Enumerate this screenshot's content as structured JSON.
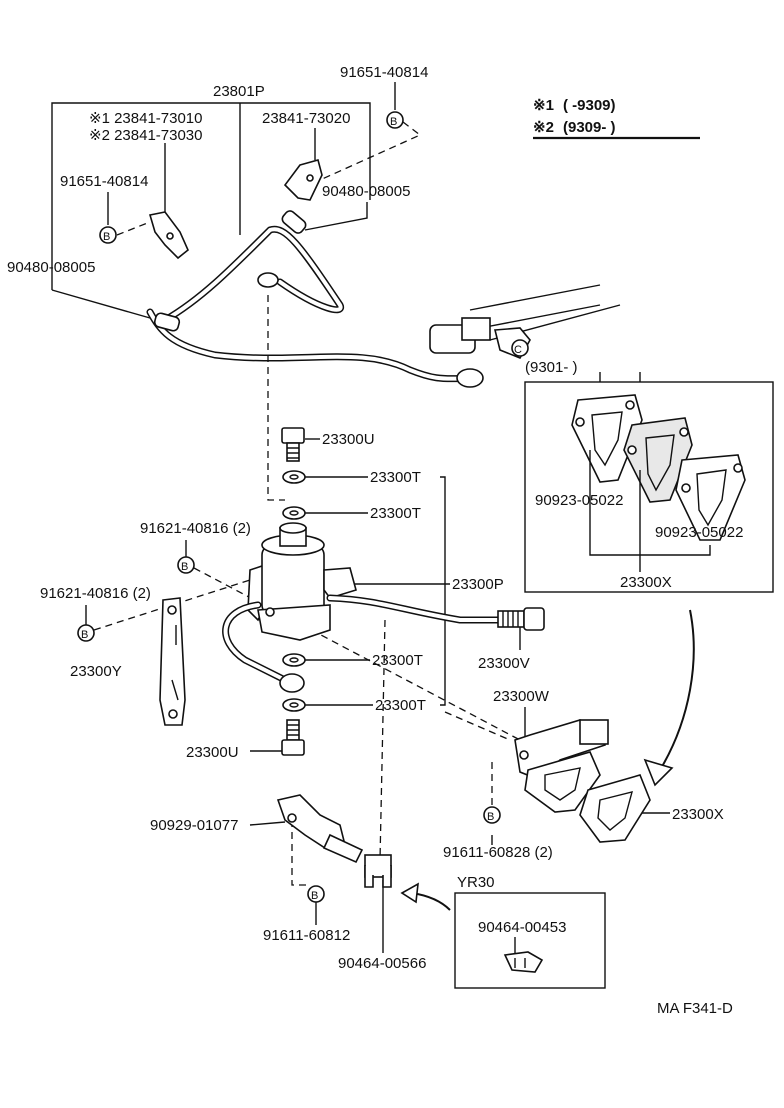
{
  "legend": {
    "line1_mark": "※1",
    "line1_text": "(        -9309)",
    "line2_mark": "※2",
    "line2_text": "(9309-        )"
  },
  "callouts": {
    "p23801P": "23801P",
    "p91651_top": "91651-40814",
    "p23841_73010": "※1 23841-73010",
    "p23841_73030": "※2 23841-73030",
    "p23841_73020": "23841-73020",
    "p91651_left": "91651-40814",
    "p90480_right": "90480-08005",
    "p90480_left": "90480-08005",
    "p23300U_top": "23300U",
    "p23300T_1": "23300T",
    "p23300T_2": "23300T",
    "p91621_a": "91621-40816 (2)",
    "p91621_b": "91621-40816 (2)",
    "p23300P": "23300P",
    "p23300Y": "23300Y",
    "p23300T_3": "23300T",
    "p23300V": "23300V",
    "p23300W": "23300W",
    "p23300T_4": "23300T",
    "p23300U_bot": "23300U",
    "p23300X_bot": "23300X",
    "p90929": "90929-01077",
    "p91611_60828": "91611-60828 (2)",
    "p91611_60812": "91611-60812",
    "p90464_00566": "90464-00566",
    "bolt_marker": "B",
    "clip_marker": "C"
  },
  "inset_right": {
    "date_range": "(9301-          )",
    "p90923_a": "90923-05022",
    "p90923_b": "90923-05022",
    "p23300X": "23300X"
  },
  "inset_yr30": {
    "title": "YR30",
    "part": "90464-00453"
  },
  "footer": {
    "code": "MA  F341-D"
  }
}
